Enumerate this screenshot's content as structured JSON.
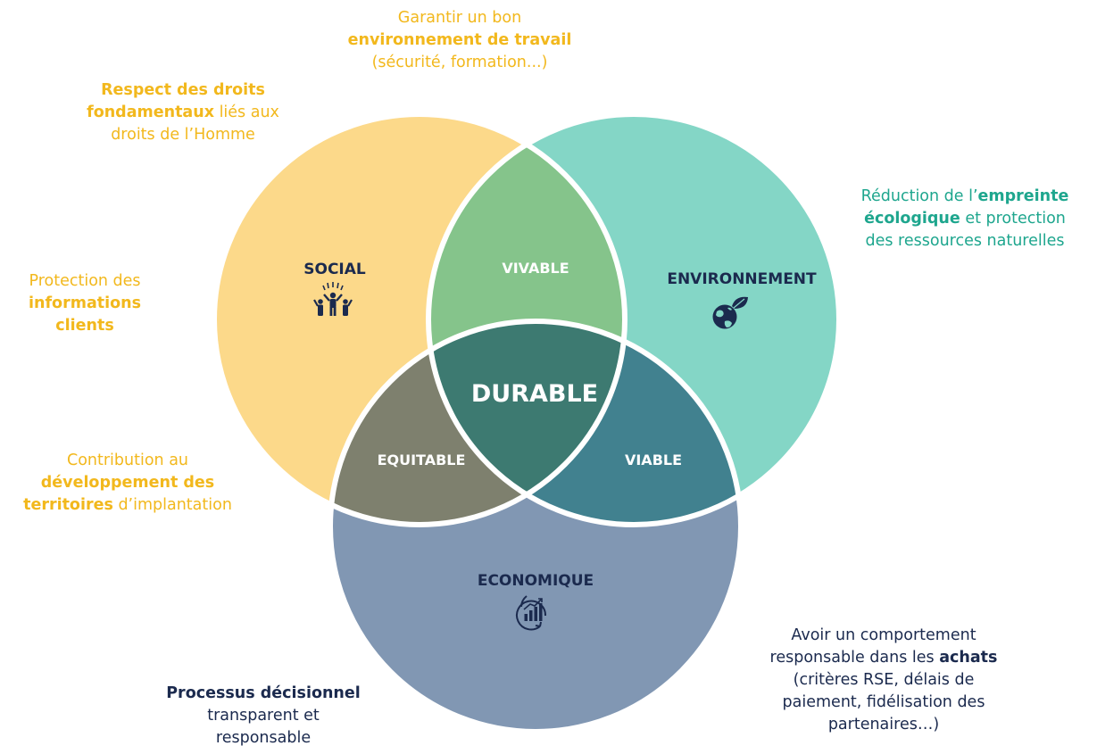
{
  "circles": {
    "social": {
      "label": "SOCIAL",
      "icon": "people-celebrating-icon",
      "color": "#fcd98a"
    },
    "environnement": {
      "label": "ENVIRONNEMENT",
      "icon": "globe-leaf-icon",
      "color": "#84d6c6"
    },
    "economique": {
      "label": "ECONOMIQUE",
      "icon": "growth-chart-icon",
      "color": "#8197b3"
    }
  },
  "intersections": {
    "vivable": "VIVABLE",
    "equitable": "EQUITABLE",
    "viable": "VIABLE",
    "durable": "DURABLE"
  },
  "annotations": {
    "travail": {
      "line1": "Garantir un bon",
      "bold": "environnement de travail",
      "line3": "(sécurité, formation...)"
    },
    "droits": {
      "bold1": "Respect des droits",
      "bold2": "fondamentaux",
      "rest2": " liés aux",
      "line3": "droits de l’Homme"
    },
    "empreinte": {
      "pre": "Réduction de l’",
      "bold1": "empreinte",
      "bold2": "écologique",
      "rest2": " et protection",
      "line3": "des ressources naturelles"
    },
    "informations": {
      "line1": "Protection des",
      "bold2": "informations",
      "bold3": "clients"
    },
    "territoires": {
      "line1": "Contribution au",
      "bold2": "développement des",
      "bold3": "territoires",
      "rest3": " d’implantation"
    },
    "processus": {
      "bold1": "Processus décisionnel",
      "line2": "transparent et",
      "line3": "responsable"
    },
    "achats": {
      "line1": "Avoir un comportement",
      "pre2": "responsable dans les ",
      "bold2": "achats",
      "line3": "(critères RSE, délais de",
      "line4": "paiement, fidélisation des",
      "line5": "partenaires…)"
    }
  },
  "colors": {
    "vivable": "#85c48b",
    "equitable": "#7e806e",
    "viable": "#41818f",
    "durable": "#3d7a71",
    "yellow_text": "#f2b81d",
    "teal_text": "#1ea68e",
    "navy_text": "#1b2a4e"
  }
}
